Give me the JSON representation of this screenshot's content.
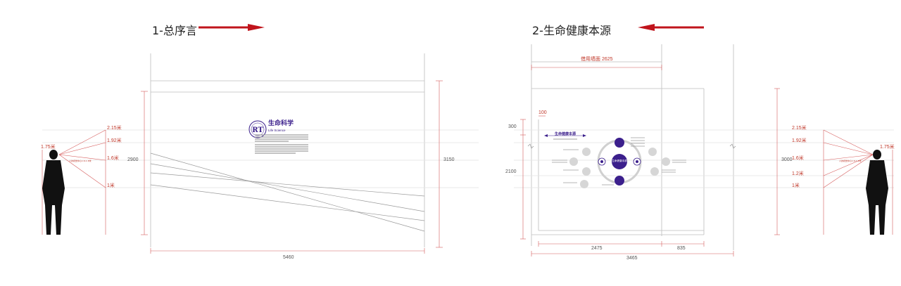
{
  "left_panel": {
    "title": "1-总序言",
    "brand_title": "生命科学",
    "brand_subtitle": "Life Science",
    "logo_text": "RT",
    "dims": {
      "h_215": "2.15米",
      "h_192": "1.92米",
      "h_16": "1.6米",
      "h_1": "1米",
      "h_175": "1.75米",
      "eye_line": "人的视觉中心1.6-1.8米",
      "height_2900": "2900",
      "height_3150": "3150",
      "width_5460": "5460"
    }
  },
  "right_panel": {
    "title": "2-生命健康本源",
    "section_title": "生命健康本源",
    "center_label": "生命健康本源",
    "dims": {
      "wall_width": "借用墙面  2625",
      "d_100": "100",
      "d_300": "300",
      "d_2100": "2100",
      "d_3000": "3000",
      "d_2475": "2475",
      "d_835": "835",
      "d_3465": "3465",
      "h_215": "2.15米",
      "h_192": "1.92米",
      "h_16": "1.6米",
      "h_12": "1.2米",
      "h_1": "1米",
      "h_175": "1.75米",
      "eye_line": "人的视觉中心1.6-1.8米"
    }
  },
  "colors": {
    "arrow_red": "#c0141c",
    "dim_red": "#c0392b",
    "brand_purple": "#3b1f8c",
    "line_gray": "#bdbdbd"
  }
}
